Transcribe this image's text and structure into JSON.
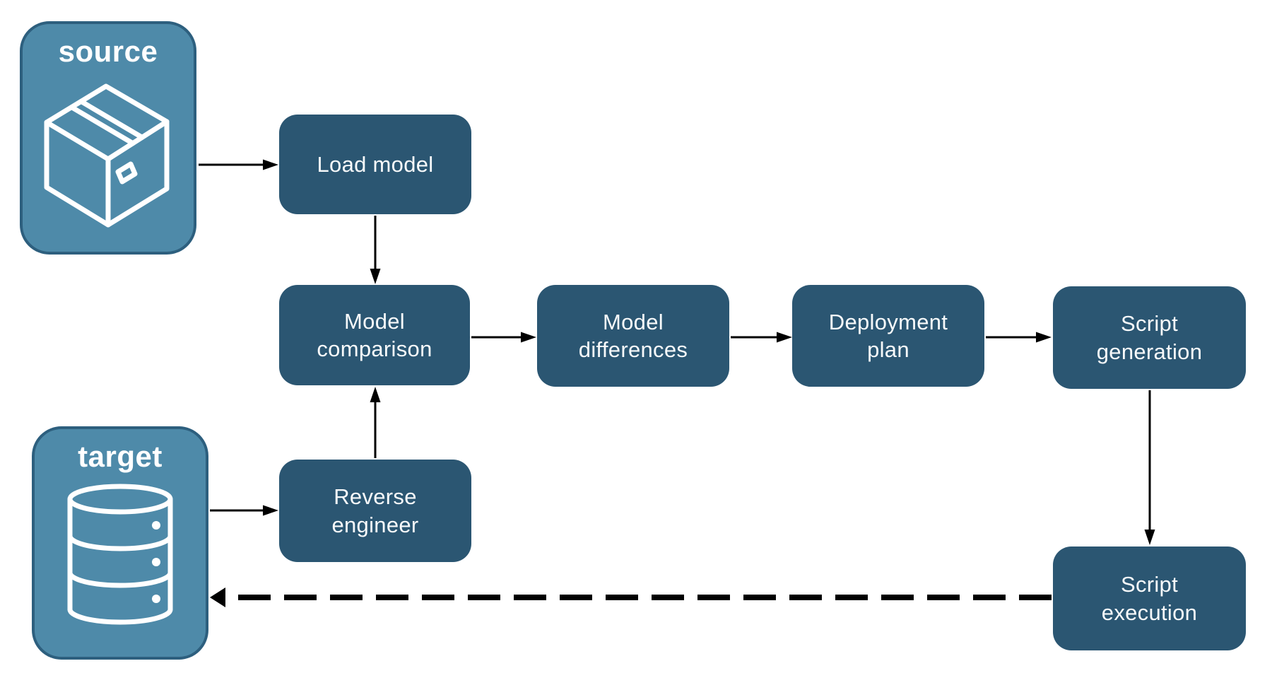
{
  "diagram": {
    "endpoints": [
      {
        "id": "source",
        "label": "source",
        "icon": "package-icon"
      },
      {
        "id": "target",
        "label": "target",
        "icon": "database-icon"
      }
    ],
    "nodes": [
      {
        "id": "load-model",
        "label": "Load model"
      },
      {
        "id": "model-comparison",
        "label": "Model\ncomparison"
      },
      {
        "id": "model-differences",
        "label": "Model\ndifferences"
      },
      {
        "id": "deployment-plan",
        "label": "Deployment\nplan"
      },
      {
        "id": "script-generation",
        "label": "Script\ngeneration"
      },
      {
        "id": "reverse-engineer",
        "label": "Reverse\nengineer"
      },
      {
        "id": "script-execution",
        "label": "Script\nexecution"
      }
    ],
    "edges": [
      {
        "from": "source",
        "to": "load-model",
        "style": "solid"
      },
      {
        "from": "load-model",
        "to": "model-comparison",
        "style": "solid"
      },
      {
        "from": "model-comparison",
        "to": "model-differences",
        "style": "solid"
      },
      {
        "from": "model-differences",
        "to": "deployment-plan",
        "style": "solid"
      },
      {
        "from": "deployment-plan",
        "to": "script-generation",
        "style": "solid"
      },
      {
        "from": "script-generation",
        "to": "script-execution",
        "style": "solid"
      },
      {
        "from": "target",
        "to": "reverse-engineer",
        "style": "solid"
      },
      {
        "from": "reverse-engineer",
        "to": "model-comparison",
        "style": "solid"
      },
      {
        "from": "script-execution",
        "to": "target",
        "style": "dashed"
      }
    ],
    "colors": {
      "endpoint_fill": "#4E8AA9",
      "endpoint_border": "#2D5F7E",
      "node_fill": "#2B5672",
      "label_text": "#FFFFFF",
      "arrow": "#000000",
      "background": "#FFFFFF"
    }
  }
}
